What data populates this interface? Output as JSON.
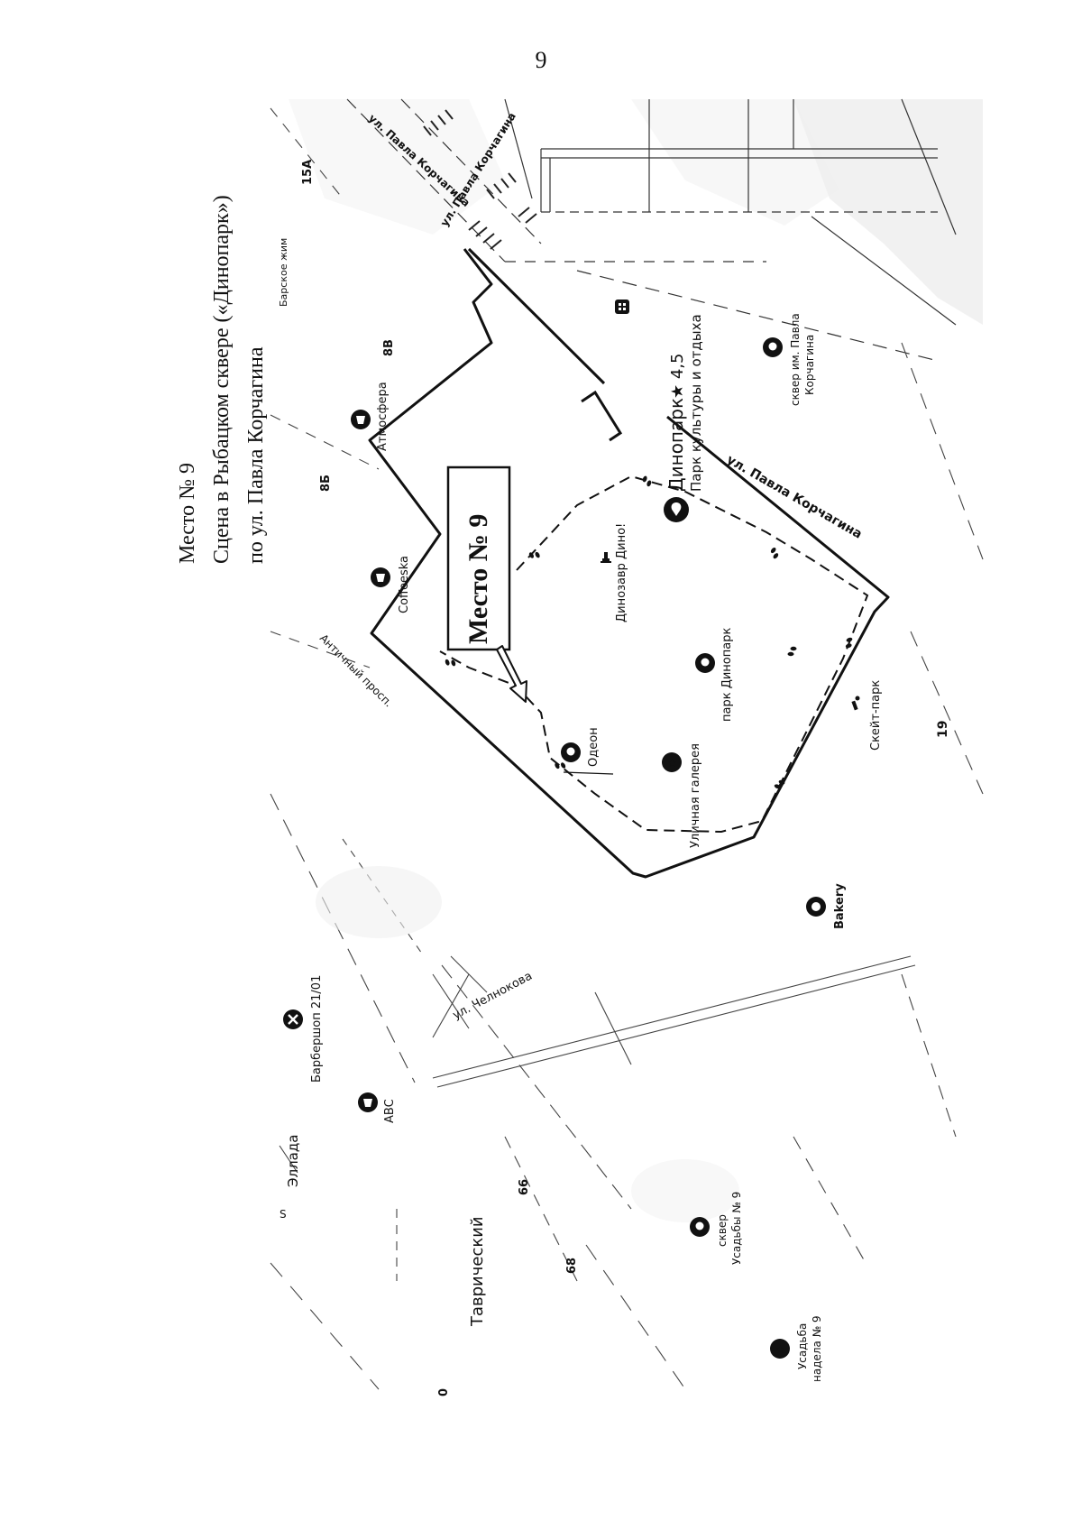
{
  "page_number": "9",
  "heading": {
    "line1": "Место № 9",
    "line2": "Сцена в Рыбацком сквере («Динопарк»)",
    "line3": "по   ул. Павла Корчагина"
  },
  "callout": {
    "label": "Место № 9"
  },
  "streets": {
    "korchagina_top": "ул. Павла Корчагина",
    "korchagina_right": "ул. Павла Корчагина",
    "antichny": "Античный просп.",
    "chelnokova": "ул. Челнокова",
    "tavrichesky": "Таврический",
    "barskoy": "Барское жим"
  },
  "places": {
    "dinopark_name": "Динопарк",
    "dinopark_rating": "★ 4,5",
    "dinopark_desc": "Парк культуры и отдыха",
    "park_dinopark": "парк Динопарк",
    "dino_statue": "Динозавр Дино!",
    "odeon": "Одеон",
    "gallery": "Уличная галерея",
    "skatepark": "Скейт-парк",
    "bakery": "Bakery",
    "atmosfera": "Атмосфера",
    "coffeeska": "Coffeeska",
    "sq_korchagina_1": "сквер им. Павла",
    "sq_korchagina_2": "Корчагина",
    "barbershop": "Барбершоп 21/01",
    "abc": "ABC",
    "ellada": "Эллада",
    "sq_usadby_1": "сквер",
    "sq_usadby_2": "Усадьбы № 9",
    "usadba_1": "Усадьба",
    "usadba_2": "надела № 9"
  },
  "numbers": {
    "n15a": "15А",
    "n8v": "8В",
    "n8b": "8Б",
    "n19": "19",
    "n66": "66",
    "n68": "68",
    "n0": "0"
  },
  "icons": {
    "pin": "map-pin-icon",
    "building": "building-icon",
    "walk": "footprints-icon",
    "monument": "monument-icon",
    "star": "star-place-icon",
    "scissors": "barber-icon",
    "cafe": "cafe-icon"
  }
}
